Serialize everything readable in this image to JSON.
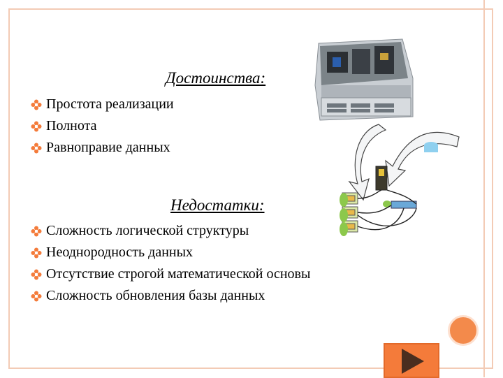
{
  "advantages": {
    "title": "Достоинства:",
    "items": [
      "Простота реализации",
      "Полнота",
      "Равноправие данных"
    ]
  },
  "disadvantages": {
    "title": "Недостатки:",
    "items": [
      "Сложность логической структуры",
      "Неоднородность данных",
      "Отсутствие строгой математической основы",
      "Сложность обновления базы данных"
    ]
  },
  "colors": {
    "accent": "#f47b3a",
    "frame": "#f3cbb5",
    "circle": "#f38a4b"
  },
  "icons": {
    "bullet": "flower-bullet-icon",
    "next": "next-arrow-icon"
  }
}
